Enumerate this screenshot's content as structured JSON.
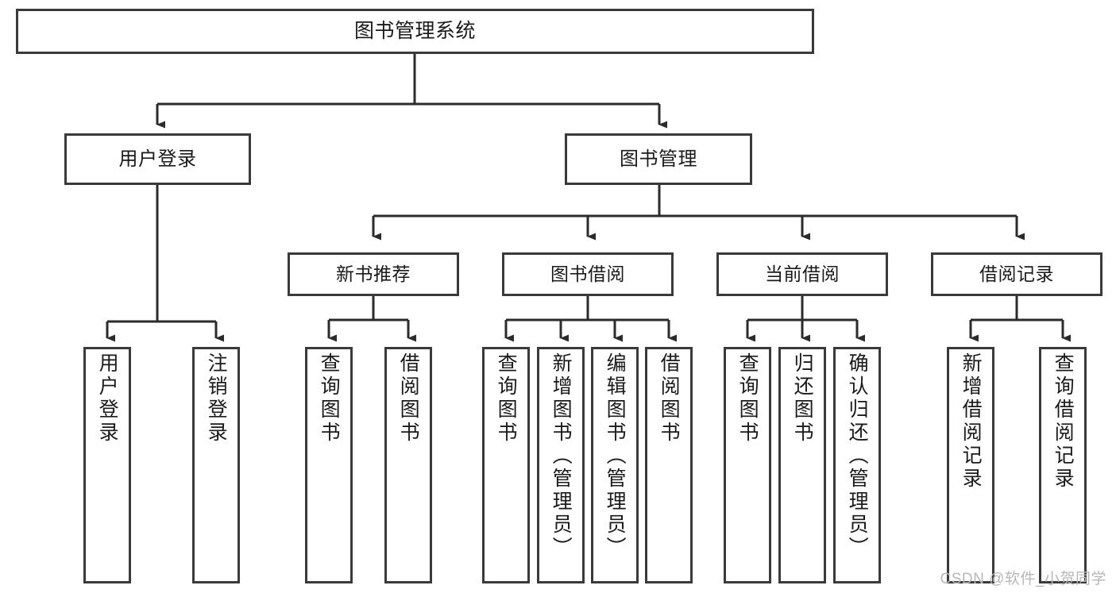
{
  "diagram": {
    "type": "tree-hierarchy-chart",
    "title": "图书管理系统",
    "watermark": "CSDN @软件_小贺同学",
    "colors": {
      "box_border": "#3a3a3a",
      "box_fill": "#ffffff",
      "connector": "#2b2b2b",
      "text": "#1a1a1a",
      "watermark": "#b7b7b7",
      "background": "#ffffff"
    },
    "root": {
      "label": "图书管理系统"
    },
    "level2": [
      {
        "label": "用户登录"
      },
      {
        "label": "图书管理"
      }
    ],
    "level3": [
      {
        "label": "新书推荐"
      },
      {
        "label": "图书借阅"
      },
      {
        "label": "当前借阅"
      },
      {
        "label": "借阅记录"
      }
    ],
    "leaves": {
      "user_login": [
        {
          "label": "用户登录"
        },
        {
          "label": "注销登录"
        }
      ],
      "new_book_recommend": [
        {
          "label": "查询图书"
        },
        {
          "label": "借阅图书"
        }
      ],
      "book_borrow": [
        {
          "label": "查询图书"
        },
        {
          "label": "新增图书（管理员）"
        },
        {
          "label": "编辑图书（管理员）"
        },
        {
          "label": "借阅图书"
        }
      ],
      "current_borrow": [
        {
          "label": "查询图书"
        },
        {
          "label": "归还图书"
        },
        {
          "label": "确认归还（管理员）"
        }
      ],
      "borrow_record": [
        {
          "label": "新增借阅记录"
        },
        {
          "label": "查询借阅记录"
        }
      ]
    }
  }
}
